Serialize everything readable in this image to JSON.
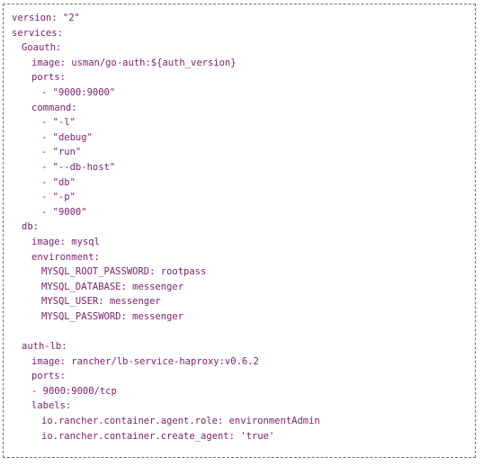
{
  "code": {
    "lines": [
      {
        "text": "version: \"2\"",
        "indent": 0
      },
      {
        "text": "services:",
        "indent": 0
      },
      {
        "text": "Goauth:",
        "indent": 1
      },
      {
        "text": "image: usman/go-auth:${auth_version}",
        "indent": 2
      },
      {
        "text": "ports:",
        "indent": 2
      },
      {
        "text": "- \"9000:9000\"",
        "indent": 3
      },
      {
        "text": "command:",
        "indent": 2
      },
      {
        "text": "- \"-l\"",
        "indent": 3
      },
      {
        "text": "- \"debug\"",
        "indent": 3
      },
      {
        "text": "- \"run\"",
        "indent": 3
      },
      {
        "text": "- \"--db-host\"",
        "indent": 3
      },
      {
        "text": "- \"db\"",
        "indent": 3
      },
      {
        "text": "- \"-p\"",
        "indent": 3
      },
      {
        "text": "- \"9000\"",
        "indent": 3
      },
      {
        "text": "db:",
        "indent": 1
      },
      {
        "text": "image: mysql",
        "indent": 2
      },
      {
        "text": "environment:",
        "indent": 2
      },
      {
        "text": "MYSQL_ROOT_PASSWORD: rootpass",
        "indent": 3
      },
      {
        "text": "MYSQL_DATABASE: messenger",
        "indent": 3
      },
      {
        "text": "MYSQL_USER: messenger",
        "indent": 3
      },
      {
        "text": "MYSQL_PASSWORD: messenger",
        "indent": 3
      },
      {
        "text": "",
        "indent": 0
      },
      {
        "text": "auth-lb:",
        "indent": 1
      },
      {
        "text": "image: rancher/lb-service-haproxy:v0.6.2",
        "indent": 2
      },
      {
        "text": "ports:",
        "indent": 2
      },
      {
        "text": "- 9000:9000/tcp",
        "indent": 2
      },
      {
        "text": "labels:",
        "indent": 2
      },
      {
        "text": "io.rancher.container.agent.role: environmentAdmin",
        "indent": 3
      },
      {
        "text": "io.rancher.container.create_agent: 'true'",
        "indent": 3
      }
    ]
  },
  "colors": {
    "text": "#7a1f6b",
    "border": "#6f6f6f",
    "background": "#ffffff"
  }
}
